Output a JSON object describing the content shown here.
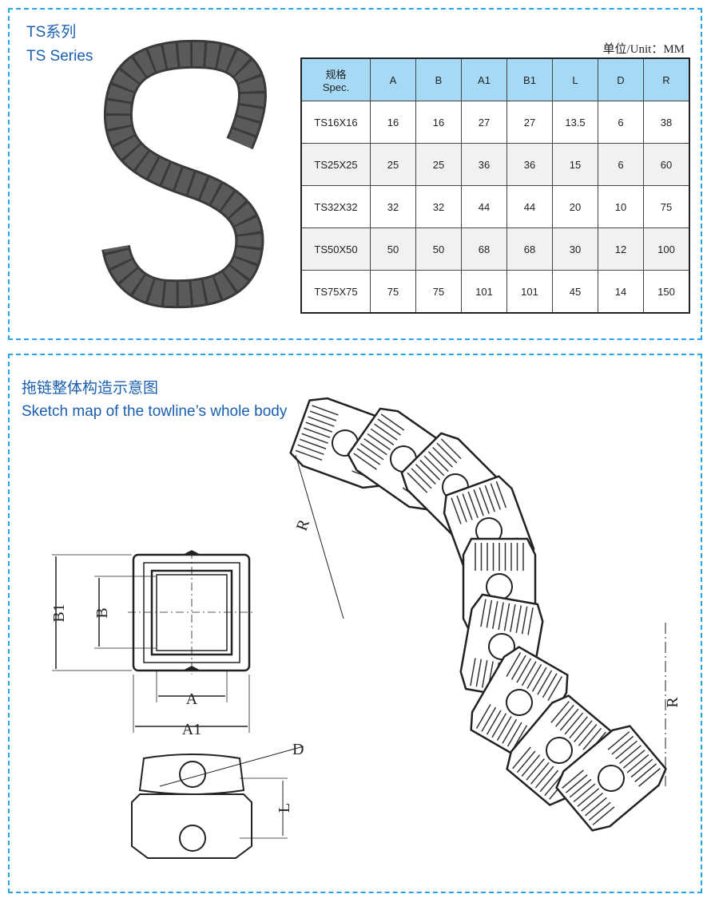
{
  "top": {
    "title_cn": "TS系列",
    "title_en": "TS Series",
    "unit": "单位/Unit：MM",
    "table": {
      "spec_cn": "规格",
      "spec_en": "Spec.",
      "columns": [
        "A",
        "B",
        "A1",
        "B1",
        "L",
        "D",
        "R"
      ],
      "rows": [
        [
          "TS16X16",
          "16",
          "16",
          "27",
          "27",
          "13.5",
          "6",
          "38"
        ],
        [
          "TS25X25",
          "25",
          "25",
          "36",
          "36",
          "15",
          "6",
          "60"
        ],
        [
          "TS32X32",
          "32",
          "32",
          "44",
          "44",
          "20",
          "10",
          "75"
        ],
        [
          "TS50X50",
          "50",
          "50",
          "68",
          "68",
          "30",
          "12",
          "100"
        ],
        [
          "TS75X75",
          "75",
          "75",
          "101",
          "101",
          "45",
          "14",
          "150"
        ]
      ]
    }
  },
  "bottom": {
    "title_cn": "拖链整体构造示意图",
    "title_en": "Sketch map of the towline’s whole body",
    "labels": {
      "B1": "B1",
      "B": "B",
      "A": "A",
      "A1": "A1",
      "D": "D",
      "L": "L",
      "R_left": "R",
      "R_right": "R"
    }
  },
  "colors": {
    "accent": "#2aa3e6",
    "title": "#1a5fb0",
    "header": "#a6d9f5"
  }
}
